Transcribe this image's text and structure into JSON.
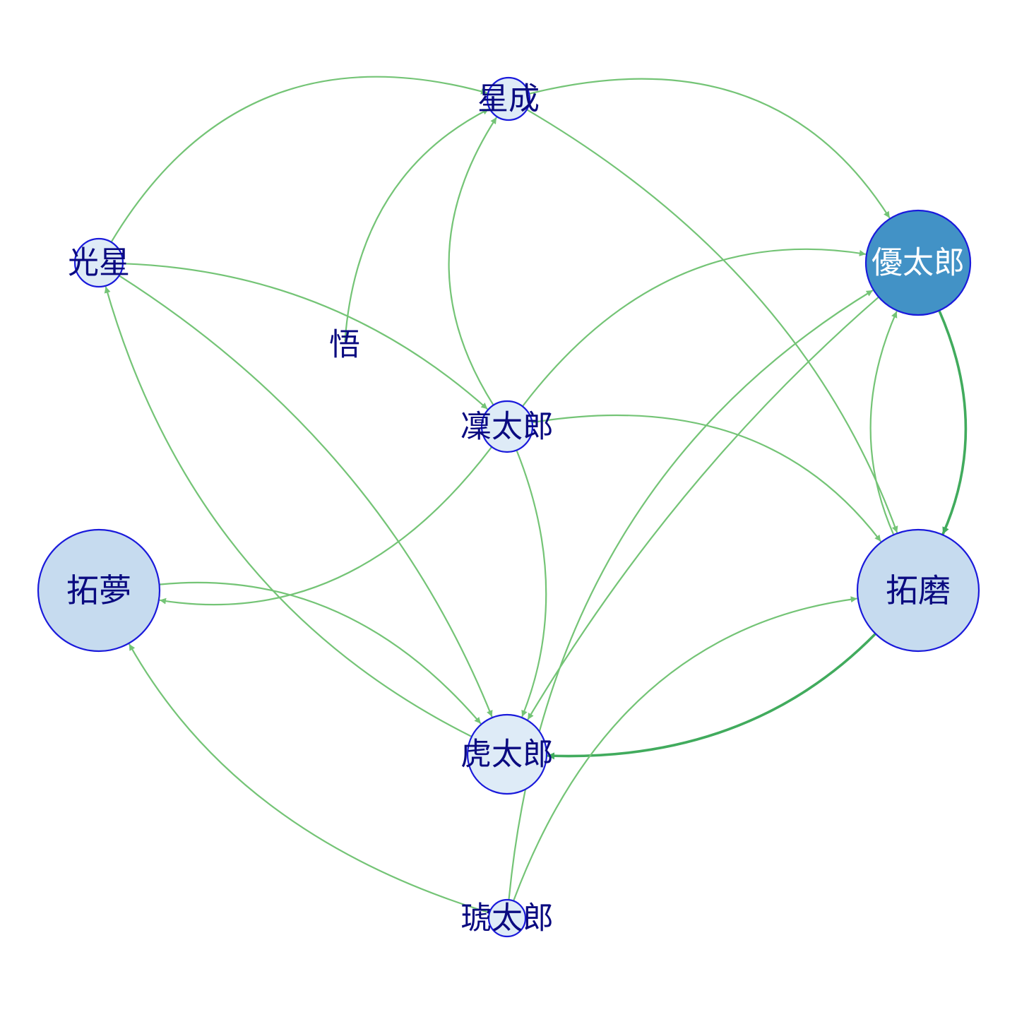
{
  "graph": {
    "colors": {
      "edge": "#74c476",
      "edge_strong": "#41ab5d",
      "node_border": "#1a1adb",
      "label_dark": "#0a0a80",
      "label_light": "#ffffff"
    },
    "nodes": [
      {
        "id": "seisei",
        "label": "星成",
        "fill": "#deebf7",
        "label_color": "#0a0a80"
      },
      {
        "id": "kosei",
        "label": "光星",
        "fill": "#deebf7",
        "label_color": "#0a0a80"
      },
      {
        "id": "yutaro",
        "label": "優太郎",
        "fill": "#4292c6",
        "label_color": "#ffffff"
      },
      {
        "id": "satoru",
        "label": "悟",
        "fill": "none",
        "label_color": "#0a0a80"
      },
      {
        "id": "rintaro",
        "label": "凜太郎",
        "fill": "#deebf7",
        "label_color": "#0a0a80"
      },
      {
        "id": "takumu",
        "label": "拓夢",
        "fill": "#c6dbef",
        "label_color": "#0a0a80"
      },
      {
        "id": "takuma",
        "label": "拓磨",
        "fill": "#c6dbef",
        "label_color": "#0a0a80"
      },
      {
        "id": "kotaro",
        "label": "虎太郎",
        "fill": "#deebf7",
        "label_color": "#0a0a80"
      },
      {
        "id": "kohakutaro",
        "label": "琥太郎",
        "fill": "#deebf7",
        "label_color": "#0a0a80"
      }
    ],
    "edges": [
      {
        "from": "kosei",
        "to": "seisei",
        "strong": false
      },
      {
        "from": "satoru",
        "to": "seisei",
        "strong": false
      },
      {
        "from": "rintaro",
        "to": "seisei",
        "strong": false
      },
      {
        "from": "seisei",
        "to": "yutaro",
        "strong": false
      },
      {
        "from": "seisei",
        "to": "takuma",
        "strong": false
      },
      {
        "from": "kosei",
        "to": "rintaro",
        "strong": false
      },
      {
        "from": "kosei",
        "to": "kotaro",
        "strong": false
      },
      {
        "from": "kotaro",
        "to": "kosei",
        "strong": false
      },
      {
        "from": "rintaro",
        "to": "yutaro",
        "strong": false
      },
      {
        "from": "rintaro",
        "to": "takumu",
        "strong": false
      },
      {
        "from": "rintaro",
        "to": "takuma",
        "strong": false
      },
      {
        "from": "rintaro",
        "to": "kotaro",
        "strong": false
      },
      {
        "from": "yutaro",
        "to": "takuma",
        "strong": true
      },
      {
        "from": "takuma",
        "to": "yutaro",
        "strong": false
      },
      {
        "from": "yutaro",
        "to": "kotaro",
        "strong": false
      },
      {
        "from": "takumu",
        "to": "kotaro",
        "strong": false
      },
      {
        "from": "takuma",
        "to": "kotaro",
        "strong": true
      },
      {
        "from": "kohakutaro",
        "to": "takumu",
        "strong": false
      },
      {
        "from": "kohakutaro",
        "to": "yutaro",
        "strong": false
      },
      {
        "from": "kohakutaro",
        "to": "takuma",
        "strong": false
      }
    ]
  }
}
